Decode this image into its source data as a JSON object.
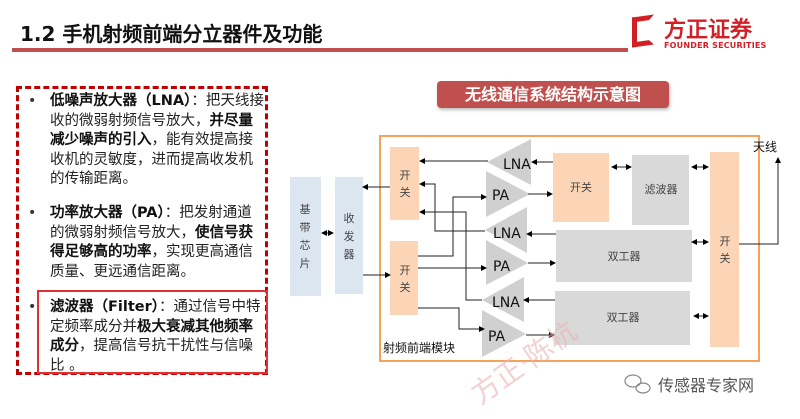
{
  "header": {
    "title": "1.2 手机射频前端分立器件及功能"
  },
  "logo": {
    "cn": "方正证券",
    "en": "FOUNDER SECURITIES"
  },
  "bullets": [
    {
      "symbol": "•",
      "bold_lead": "低噪声放大器（LNA）",
      "text1": "：把天线接收的微弱射频信号放大，",
      "bold2": "并尽量减少噪声的引入",
      "text2": "，能有效提高接收机的灵敏度，进而提高收发机的传输距离。"
    },
    {
      "symbol": "•",
      "bold_lead": "功率放大器（PA）",
      "text1": "：把发射通道的微弱射频信号放大，",
      "bold2": "使信号获得足够高的功率",
      "text2": "，实现更高通信质量、更远通信距离。"
    },
    {
      "symbol": "•",
      "bold_lead": "滤波器（Filter）",
      "text1": "：通过信号中特定频率成分并",
      "bold2": "极大衰减其他频率成分",
      "text2": "，提高信号抗干扰性与信噪比 。"
    }
  ],
  "diagram": {
    "title": "无线通信系统结构示意图",
    "baseband": [
      "基",
      "带",
      "芯",
      "片"
    ],
    "transceiver": [
      "收",
      "发",
      "器"
    ],
    "switch_v": [
      "开",
      "关"
    ],
    "switch_h": "开关",
    "lna": "LNA",
    "pa": "PA",
    "filter": "滤波器",
    "duplexer": "双工器",
    "antenna": "天线",
    "module": "射频前端模块",
    "colors": {
      "orange": "#f5a35a",
      "peach": "#fbd5b5",
      "gray": "#d9d9d9",
      "blue": "#dce6f1",
      "red": "#c0504d"
    }
  },
  "watermark": "方正·陈杭",
  "footer": {
    "source": "传感器专家网"
  }
}
